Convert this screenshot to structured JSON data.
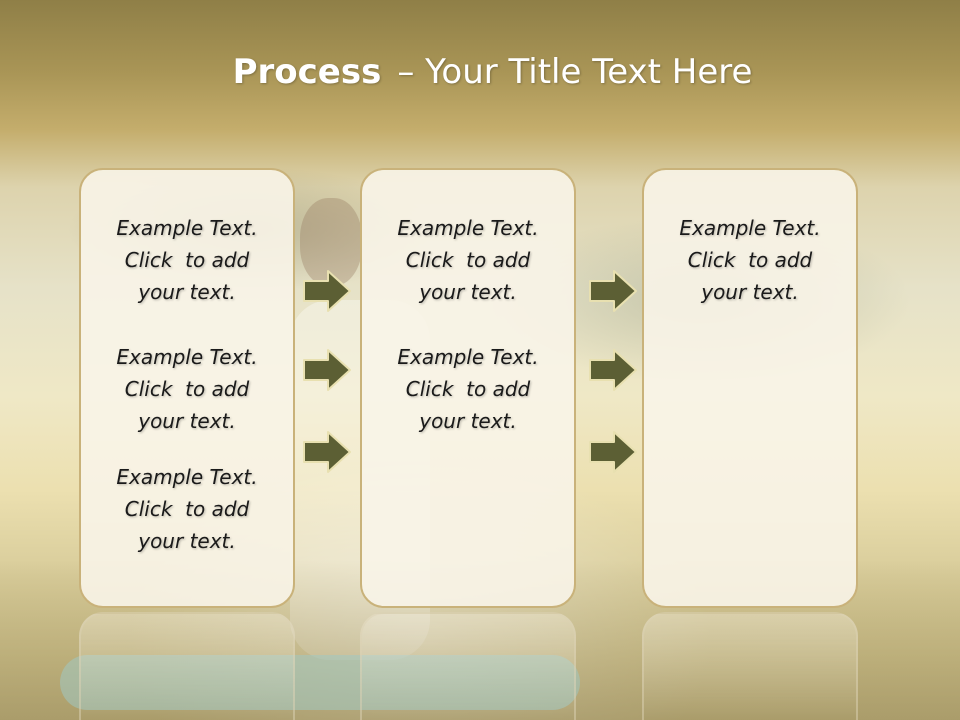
{
  "title": {
    "bold": "Process",
    "rest": "– Your Title Text Here"
  },
  "columns": [
    {
      "items": [
        [
          "Example Text.",
          "Click  to add",
          "your text."
        ],
        [
          "Example Text.",
          "Click  to add",
          "your text."
        ],
        [
          "Example Text.",
          "Click  to add",
          "your text."
        ]
      ]
    },
    {
      "items": [
        [
          "Example Text.",
          "Click  to add",
          "your text."
        ],
        [
          "Example Text.",
          "Click  to add",
          "your text."
        ]
      ]
    },
    {
      "items": [
        [
          "Example Text.",
          "Click  to add",
          "your text."
        ]
      ]
    }
  ],
  "colors": {
    "arrow_fill": "#5c5f34",
    "card_border": "#c9b27a",
    "card_fill": "#f8f4e8",
    "title": "#ffffff"
  },
  "icons": {
    "arrow": "right-arrow-icon"
  }
}
